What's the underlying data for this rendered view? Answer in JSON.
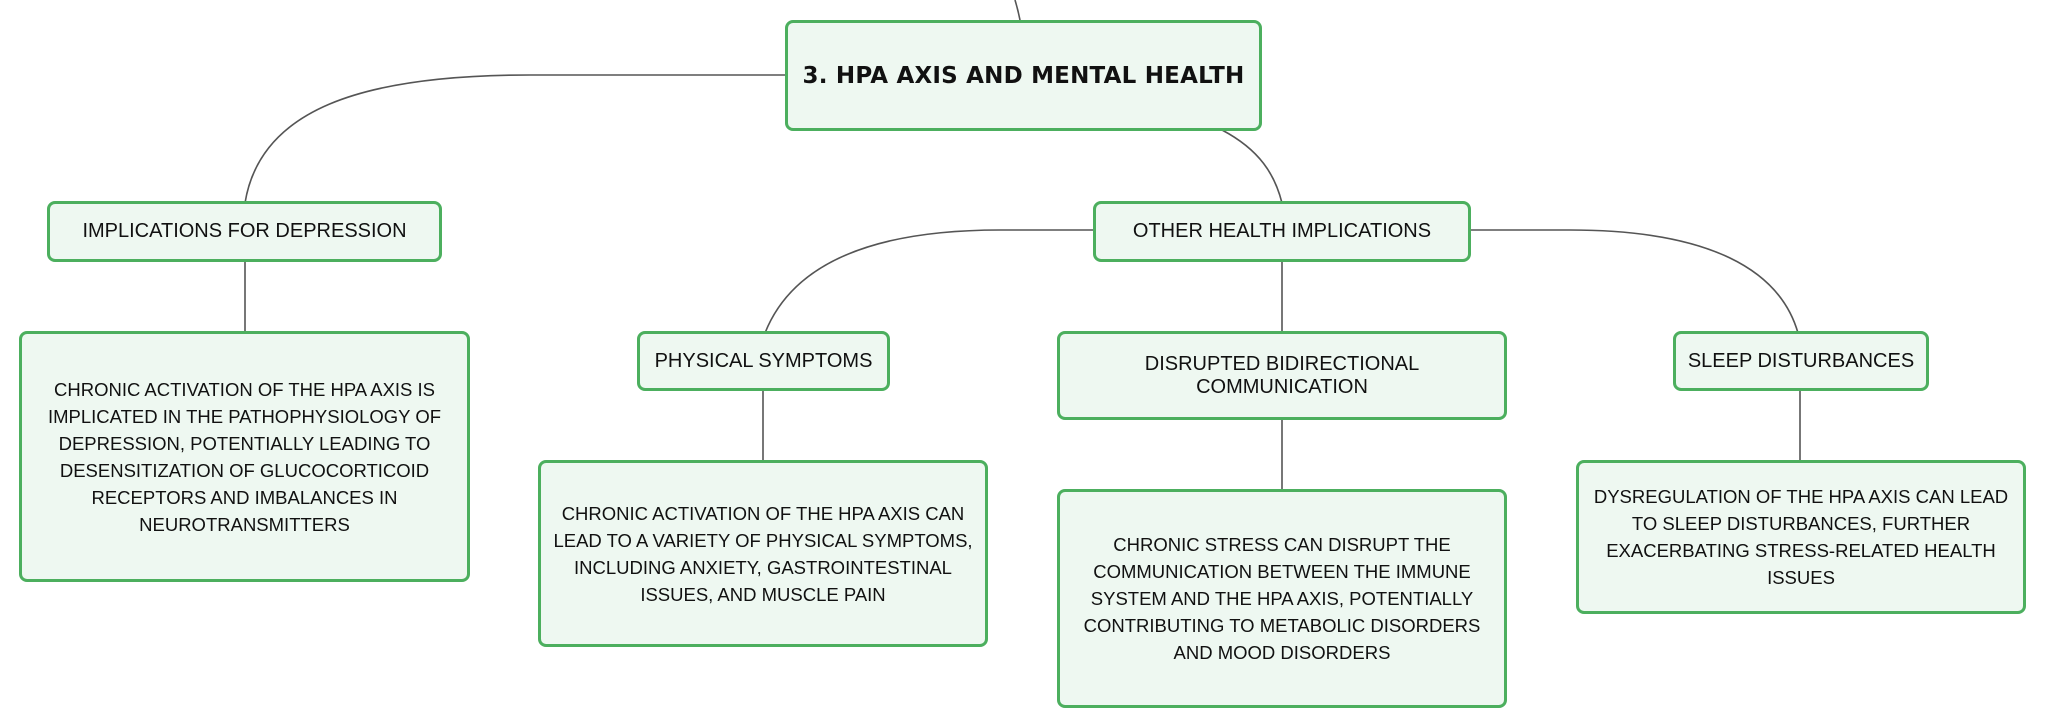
{
  "root": {
    "title": "3. HPA AXIS AND MENTAL HEALTH"
  },
  "branches": [
    {
      "label": "IMPLICATIONS FOR DEPRESSION",
      "detail": "CHRONIC ACTIVATION OF THE HPA AXIS IS IMPLICATED IN THE PATHOPHYSIOLOGY OF DEPRESSION, POTENTIALLY LEADING TO DESENSITIZATION OF GLUCOCORTICOID RECEPTORS AND IMBALANCES IN NEUROTRANSMITTERS"
    },
    {
      "label": "OTHER HEALTH IMPLICATIONS",
      "children": [
        {
          "label": "PHYSICAL SYMPTOMS",
          "detail": "CHRONIC ACTIVATION OF THE HPA AXIS CAN LEAD TO A VARIETY OF PHYSICAL SYMPTOMS, INCLUDING ANXIETY, GASTROINTESTINAL ISSUES, AND MUSCLE PAIN"
        },
        {
          "label": "DISRUPTED BIDIRECTIONAL COMMUNICATION",
          "detail": "CHRONIC STRESS CAN DISRUPT THE COMMUNICATION BETWEEN THE IMMUNE SYSTEM AND THE HPA AXIS, POTENTIALLY CONTRIBUTING TO METABOLIC DISORDERS AND MOOD DISORDERS"
        },
        {
          "label": "SLEEP DISTURBANCES",
          "detail": "DYSREGULATION OF THE HPA AXIS CAN LEAD TO SLEEP DISTURBANCES, FURTHER EXACERBATING STRESS-RELATED HEALTH ISSUES"
        }
      ]
    }
  ],
  "colors": {
    "node_fill": "#eef8f1",
    "node_border": "#4caf5e",
    "connector": "#555555",
    "text": "#111111"
  }
}
